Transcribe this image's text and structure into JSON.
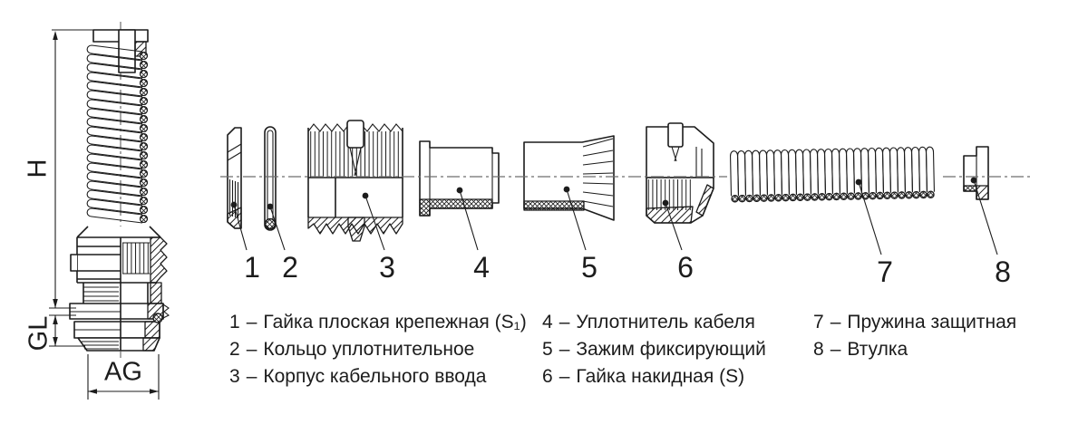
{
  "colors": {
    "ink": "#1c1c1c",
    "centerline": "#6e6e6e",
    "background": "#ffffff"
  },
  "assembled_view": {
    "dim_height_label": "H",
    "dim_gland_length_label": "GL",
    "dim_thread_label": "AG"
  },
  "legend_separator": "–",
  "parts": [
    {
      "number": "1",
      "name": "Гайка плоская крепежная (S₁)"
    },
    {
      "number": "2",
      "name": "Кольцо уплотнительное"
    },
    {
      "number": "3",
      "name": "Корпус кабельного ввода"
    },
    {
      "number": "4",
      "name": "Уплотнитель кабеля"
    },
    {
      "number": "5",
      "name": "Зажим фиксирующий"
    },
    {
      "number": "6",
      "name": "Гайка накидная (S)"
    },
    {
      "number": "7",
      "name": "Пружина защитная"
    },
    {
      "number": "8",
      "name": "Втулка"
    }
  ]
}
